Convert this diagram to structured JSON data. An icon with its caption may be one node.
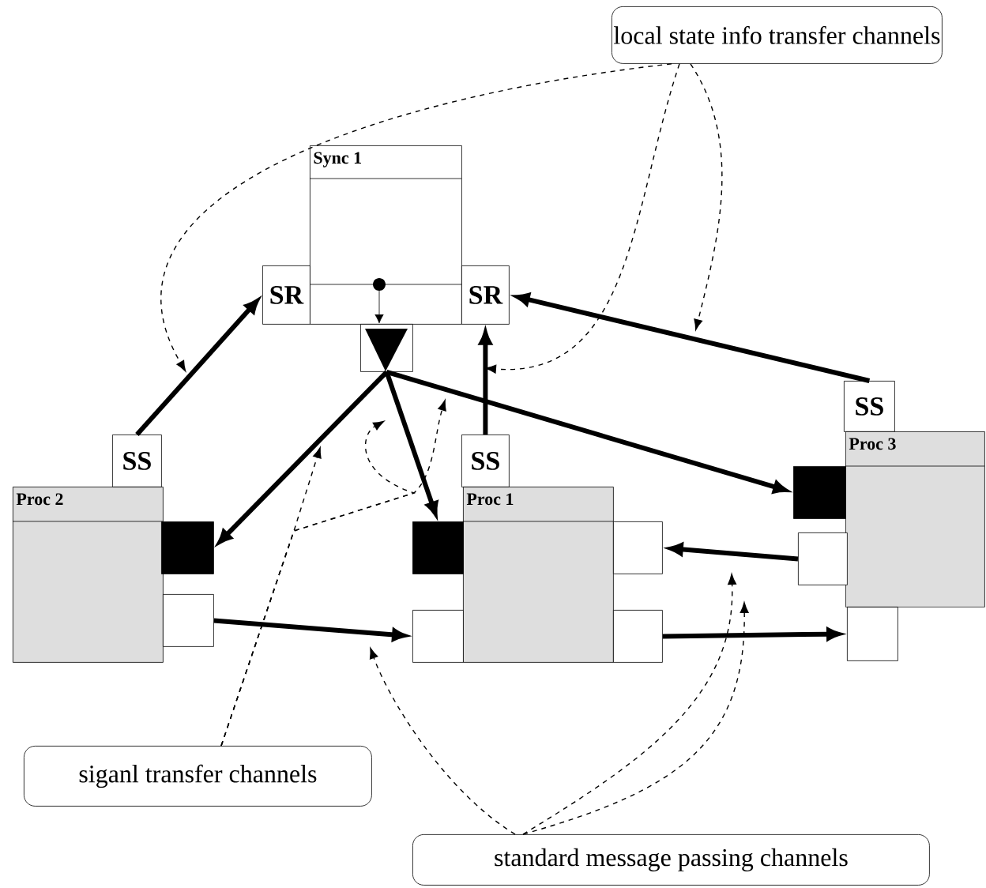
{
  "diagram": {
    "nodes": [
      {
        "text": [
          "local state info transfer channels"
        ]
      },
      {
        "text": [
          "Sync 1"
        ]
      },
      {
        "text": [
          "SR"
        ]
      },
      {
        "text": [
          "SR"
        ]
      },
      {
        "text": [],
        "shape": "box"
      },
      {
        "text": [
          "SS"
        ]
      },
      {
        "text": [
          "Proc 2"
        ]
      },
      {
        "text": [],
        "shape": "box"
      },
      {
        "text": [],
        "shape": "box"
      },
      {
        "text": [
          "SS"
        ]
      },
      {
        "text": [
          "Proc 1"
        ]
      },
      {
        "text": [],
        "shape": "box"
      },
      {
        "text": [],
        "shape": "box"
      },
      {
        "text": [],
        "shape": "box"
      },
      {
        "text": [],
        "shape": "box"
      },
      {
        "text": [
          "SS"
        ]
      },
      {
        "text": [
          "Proc 3"
        ]
      },
      {
        "text": [],
        "shape": "box"
      },
      {
        "text": [],
        "shape": "box"
      },
      {
        "text": [],
        "shape": "box"
      },
      {
        "text": [
          "siganl transfer channels"
        ]
      },
      {
        "text": [
          "standard message passing channels"
        ]
      }
    ],
    "edges": [
      {
        "from": 5,
        "to": 2,
        "arrow": "to",
        "style": "thick"
      },
      {
        "from": 9,
        "to": 3,
        "arrow": "to",
        "style": "thick"
      },
      {
        "from": 15,
        "to": 3,
        "arrow": "to",
        "style": "thick"
      },
      {
        "from": 4,
        "to": 7,
        "arrow": "to",
        "style": "thick"
      },
      {
        "from": 4,
        "to": 11,
        "arrow": "to",
        "style": "thick"
      },
      {
        "from": 4,
        "to": 17,
        "arrow": "to",
        "style": "thick"
      },
      {
        "from": 8,
        "to": 12,
        "arrow": "to",
        "style": "thick"
      },
      {
        "from": 18,
        "to": 13,
        "arrow": "to",
        "style": "thick"
      },
      {
        "from": 14,
        "to": 19,
        "arrow": "to",
        "style": "thick"
      },
      {
        "from": 0,
        "to": null,
        "arrow": "to",
        "style": "dashed"
      },
      {
        "from": 0,
        "to": null,
        "arrow": "to",
        "style": "dashed"
      },
      {
        "from": 0,
        "to": null,
        "arrow": "to",
        "style": "dashed"
      },
      {
        "from": 20,
        "to": null,
        "arrow": "to",
        "style": "dashed"
      },
      {
        "from": 20,
        "to": null,
        "arrow": "to",
        "style": "dashed"
      },
      {
        "from": 20,
        "to": null,
        "arrow": "to",
        "style": "dashed"
      },
      {
        "from": 21,
        "to": null,
        "arrow": "to",
        "style": "dashed"
      },
      {
        "from": 21,
        "to": null,
        "arrow": "to",
        "style": "dashed"
      },
      {
        "from": 21,
        "to": null,
        "arrow": "to",
        "style": "dashed"
      }
    ]
  }
}
